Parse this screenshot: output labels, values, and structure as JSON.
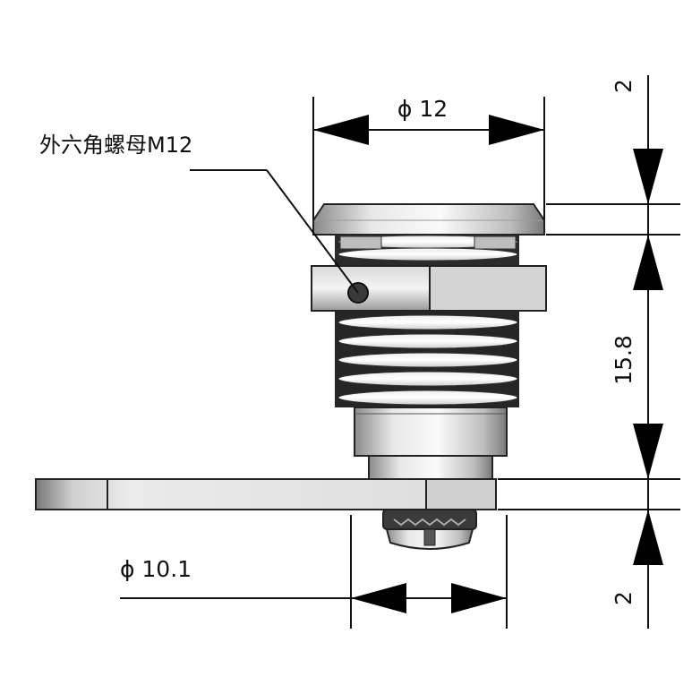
{
  "labels": {
    "hex_nut": "外六角螺母M12"
  },
  "dimensions": {
    "top_diameter": "ϕ 12",
    "bottom_diameter": "ϕ 10.1",
    "top_height": "2",
    "body_height": "15.8",
    "bottom_height": "2"
  },
  "colors": {
    "line": "#111111",
    "metal_light": "#e6e6e6",
    "metal_dark": "#6f6f6f",
    "thread_dark": "#2a2a2a"
  }
}
